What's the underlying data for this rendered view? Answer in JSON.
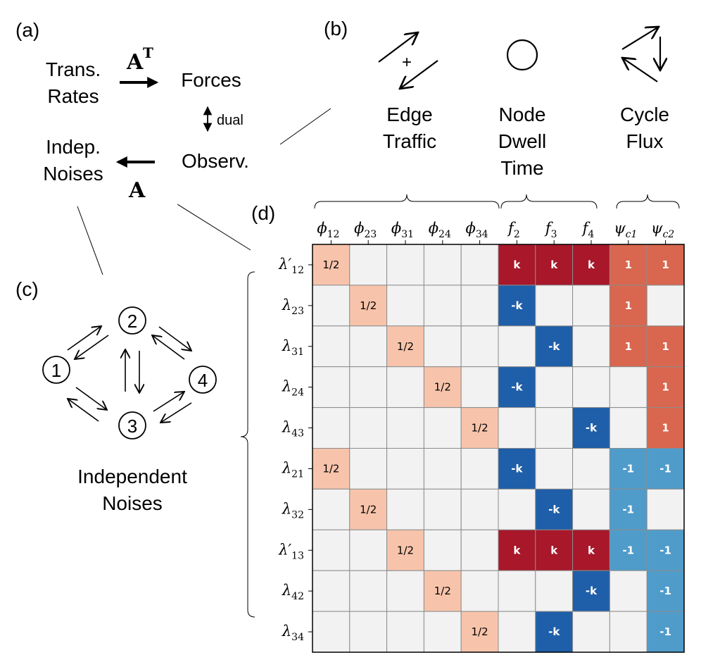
{
  "panels": {
    "a": "(a)",
    "b": "(b)",
    "c": "(c)",
    "d": "(d)"
  },
  "panel_a": {
    "trans_rates_line1": "Trans.",
    "trans_rates_line2": "Rates",
    "forces": "Forces",
    "dual": "dual",
    "indep_line1": "Indep.",
    "indep_line2": "Noises",
    "observ": "Observ.",
    "AT_base": "A",
    "AT_sup": "T",
    "A_label": "A"
  },
  "panel_b": {
    "plus": "+",
    "edge_traffic_line1": "Edge",
    "edge_traffic_line2": "Traffic",
    "node_dwell_line1": "Node",
    "node_dwell_line2": "Dwell",
    "node_dwell_line3": "Time",
    "cycle_flux_line1": "Cycle",
    "cycle_flux_line2": "Flux"
  },
  "panel_c": {
    "nodes": [
      "1",
      "2",
      "3",
      "4"
    ],
    "caption_line1": "Independent",
    "caption_line2": "Noises"
  },
  "matrix": {
    "columns": [
      {
        "sym": "ϕ",
        "sub": "12"
      },
      {
        "sym": "ϕ",
        "sub": "23"
      },
      {
        "sym": "ϕ",
        "sub": "31"
      },
      {
        "sym": "ϕ",
        "sub": "24"
      },
      {
        "sym": "ϕ",
        "sub": "34"
      },
      {
        "sym": "f",
        "sub": "2"
      },
      {
        "sym": "f",
        "sub": "3"
      },
      {
        "sym": "f",
        "sub": "4"
      },
      {
        "sym": "ψ",
        "sub": "c1"
      },
      {
        "sym": "ψ",
        "sub": "c2"
      }
    ],
    "rows": [
      {
        "sym": "λ′",
        "sub": "12",
        "cells": [
          "1/2",
          "",
          "",
          "",
          "",
          "k",
          "k",
          "k",
          "1",
          "1"
        ]
      },
      {
        "sym": "λ",
        "sub": "23",
        "cells": [
          "",
          "1/2",
          "",
          "",
          "",
          "-k",
          "",
          "",
          "1",
          ""
        ]
      },
      {
        "sym": "λ",
        "sub": "31",
        "cells": [
          "",
          "",
          "1/2",
          "",
          "",
          "",
          "-k",
          "",
          "1",
          "1"
        ]
      },
      {
        "sym": "λ",
        "sub": "24",
        "cells": [
          "",
          "",
          "",
          "1/2",
          "",
          "-k",
          "",
          "",
          "",
          "1"
        ]
      },
      {
        "sym": "λ",
        "sub": "43",
        "cells": [
          "",
          "",
          "",
          "",
          "1/2",
          "",
          "",
          "-k",
          "",
          "1"
        ]
      },
      {
        "sym": "λ",
        "sub": "21",
        "cells": [
          "1/2",
          "",
          "",
          "",
          "",
          "-k",
          "",
          "",
          "-1",
          "-1"
        ]
      },
      {
        "sym": "λ",
        "sub": "32",
        "cells": [
          "",
          "1/2",
          "",
          "",
          "",
          "",
          "-k",
          "",
          "-1",
          ""
        ]
      },
      {
        "sym": "λ′",
        "sub": "13",
        "cells": [
          "",
          "",
          "1/2",
          "",
          "",
          "k",
          "k",
          "k",
          "-1",
          "-1"
        ]
      },
      {
        "sym": "λ",
        "sub": "42",
        "cells": [
          "",
          "",
          "",
          "1/2",
          "",
          "",
          "",
          "-k",
          "",
          "-1"
        ]
      },
      {
        "sym": "λ",
        "sub": "34",
        "cells": [
          "",
          "",
          "",
          "",
          "1/2",
          "",
          "-k",
          "",
          "",
          "-1"
        ]
      }
    ],
    "colors": {
      "empty": "#f2f2f2",
      "half": "#f7c4ab",
      "k": "#a8172a",
      "neg_k": "#1f5ea8",
      "one": "#d9664f",
      "neg_one": "#4f9ccb",
      "grid": "#8c8c8c"
    }
  }
}
